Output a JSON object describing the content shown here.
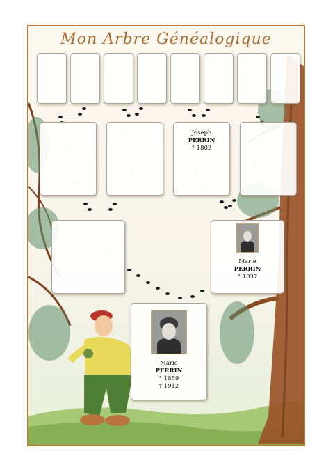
{
  "title": "Mon Arbre Généalogique",
  "cards": {
    "gen3_left_grandfather": {
      "first_name": "Joseph",
      "last_name": "PERRIN",
      "birth": "° 1802"
    },
    "gen2_paternal": {
      "first_name": "Marie",
      "last_name": "PERRIN",
      "birth": "° 1837"
    },
    "gen1_root": {
      "first_name": "Marie",
      "last_name": "PERRIN",
      "birth": "° 1859",
      "death": "† 1912"
    }
  },
  "colors": {
    "frame": "#b37a3c",
    "title": "#a86e35",
    "trunk": "#8a4a22",
    "foliage": "#5e8f6c",
    "grass": "#7fae4a"
  },
  "icons": [
    "portrait-photo-icon",
    "footprint-icon"
  ]
}
